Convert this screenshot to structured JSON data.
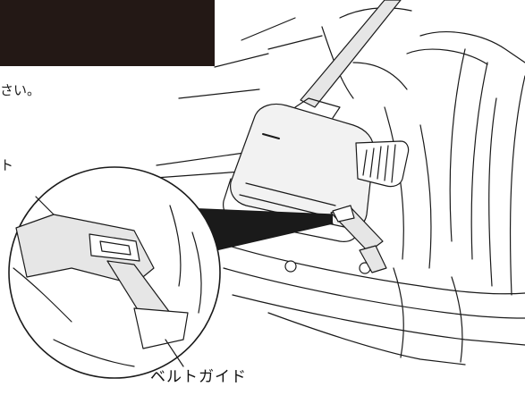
{
  "text_fragments": {
    "line_1": "さい。",
    "line_2": "ト"
  },
  "callout": {
    "label": "ベルトガイド"
  },
  "colors": {
    "header_bar": "#231815",
    "line": "#1a1a1a",
    "panel_fill": "#f2f2f2",
    "strap_fill": "#e6e6e6",
    "background": "#ffffff"
  }
}
